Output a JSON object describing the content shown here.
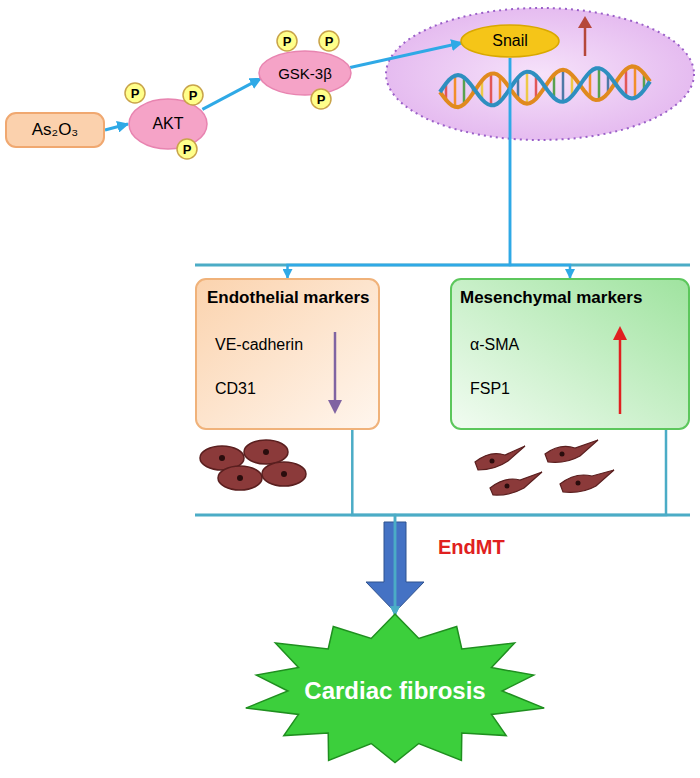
{
  "diagram": {
    "nodes": [
      {
        "text": [
          "As₂O₃"
        ]
      },
      {
        "text": [
          "AKT"
        ]
      },
      {
        "text": [
          "P"
        ]
      },
      {
        "text": [
          "P"
        ]
      },
      {
        "text": [
          "P"
        ]
      },
      {
        "text": [
          "GSK-3β"
        ]
      },
      {
        "text": [
          "P"
        ]
      },
      {
        "text": [
          "P"
        ]
      },
      {
        "text": [
          "P"
        ]
      },
      {
        "text": [
          "Snail"
        ]
      },
      {
        "text": [
          "Endothelial markers",
          "VE-cadherin",
          "CD31"
        ]
      },
      {
        "text": [
          "Mesenchymal markers",
          "α-SMA",
          "FSP1"
        ]
      },
      {
        "text": [
          "Cardiac fibrosis"
        ]
      }
    ],
    "edges": [
      {
        "from": 0,
        "to": 1,
        "arrow": "to"
      },
      {
        "from": 1,
        "to": 5,
        "arrow": "to"
      },
      {
        "from": 5,
        "to": 9,
        "arrow": "to"
      },
      {
        "from": 9,
        "to": 10,
        "arrow": "to"
      },
      {
        "from": 9,
        "to": 11,
        "arrow": "to"
      },
      {
        "from": 10,
        "to": 12,
        "arrow": "to"
      },
      {
        "from": 11,
        "to": 12,
        "arrow": "to"
      }
    ],
    "labels": [
      "EndMT"
    ]
  }
}
